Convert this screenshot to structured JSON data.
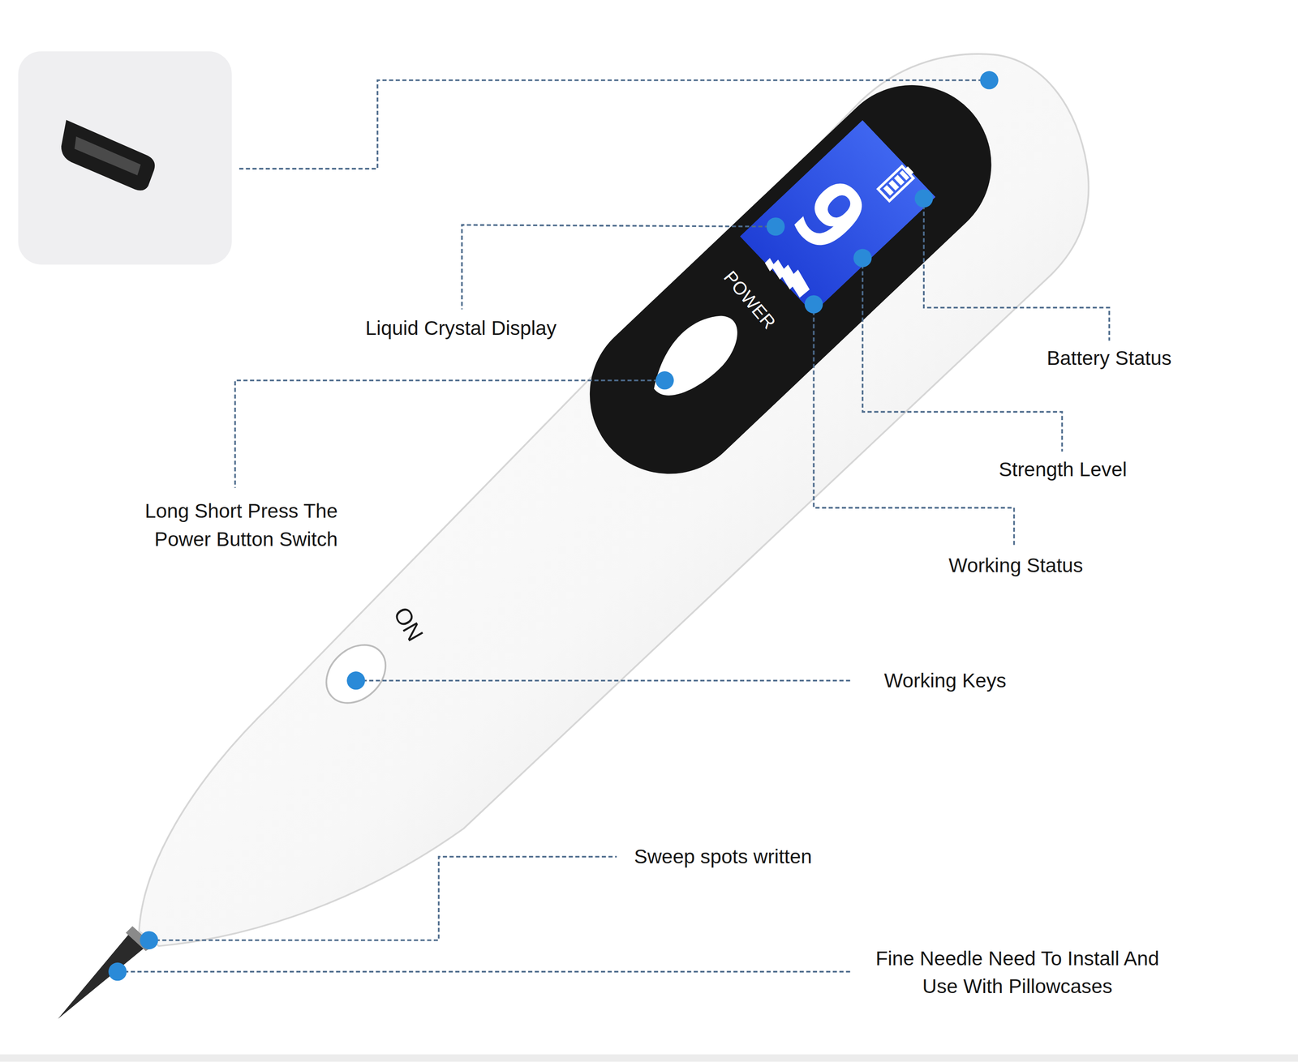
{
  "diagram": {
    "labels": [
      "Liquid Crystal Display",
      "POWER",
      "9",
      "Battery Status",
      "Long Short Press The Power Button Switch",
      "Strength Level",
      "Working Status",
      "ON",
      "Working Keys",
      "Sweep spots written",
      "Fine Needle Need To Install And Use With Pillowcases"
    ]
  }
}
